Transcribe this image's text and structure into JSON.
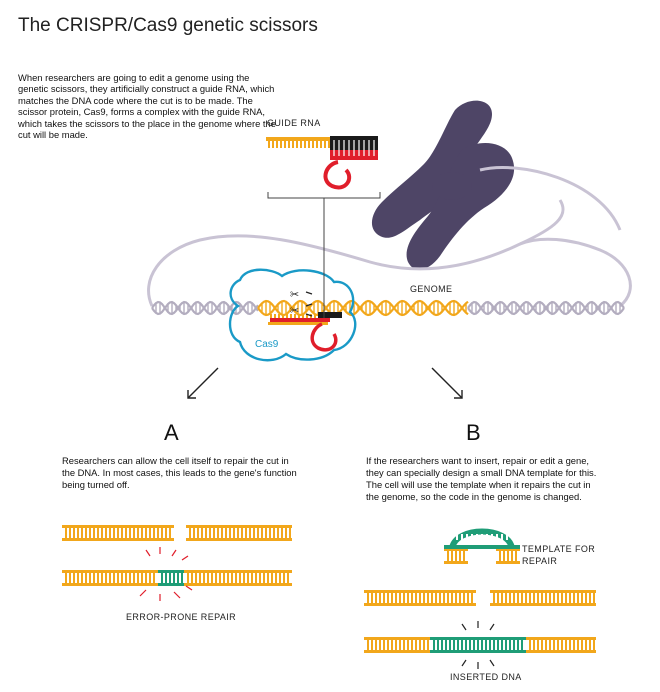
{
  "header": {
    "title": "The CRISPR/Cas9 genetic scissors",
    "intro": "When researchers are going to edit a genome using the genetic scissors, they artificially construct a guide RNA, which matches the DNA code where the cut is to be made. The scissor protein, Cas9, forms a complex with the guide RNA, which takes the scissors to the place in the genome where the cut will be made."
  },
  "labels": {
    "guide_rna": "GUIDE RNA",
    "genome": "GENOME",
    "cas9": "Cas9",
    "error_prone_repair": "ERROR-PRONE REPAIR",
    "template_for_repair": "TEMPLATE FOR REPAIR",
    "inserted_dna": "INSERTED DNA"
  },
  "option_a": {
    "letter": "A",
    "text": "Researchers can allow the cell itself to repair the cut in the DNA. In most cases, this leads to the gene's function being turned off."
  },
  "option_b": {
    "letter": "B",
    "text": "If the researchers want to insert, repair or edit a gene, they can specially design a small DNA template for this. The cell will use the template when it repairs the cut in the genome, so the code in the genome is changed."
  },
  "colors": {
    "dna_orange": "#f2a71b",
    "dna_grey": "#b3adbf",
    "rna_red": "#e01e2b",
    "rna_black": "#1a1a1a",
    "chromosome": "#4e4566",
    "cas9_blue": "#1a9ac7",
    "inserted_green": "#1f9d77"
  }
}
